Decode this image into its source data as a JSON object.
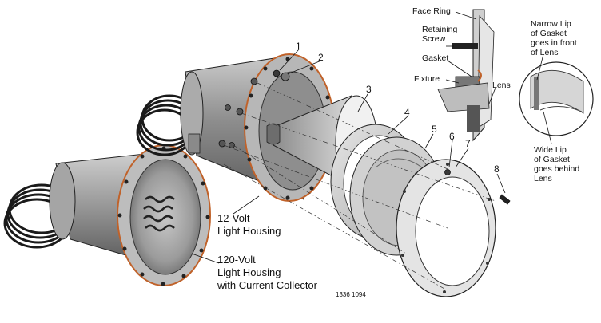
{
  "parts": {
    "p1": "1",
    "p2": "2",
    "p3": "3",
    "p4": "4",
    "p5": "5",
    "p6": "6",
    "p7": "7",
    "p8": "8"
  },
  "housing_12v": {
    "line1": "12-Volt",
    "line2": "Light Housing"
  },
  "housing_120v": {
    "line1": "120-Volt",
    "line2": "Light Housing",
    "line3": "with Current Collector"
  },
  "detail": {
    "face_ring": "Face Ring",
    "retaining_screw": {
      "line1": "Retaining",
      "line2": "Screw"
    },
    "gasket": "Gasket",
    "fixture": "Fixture",
    "lens": "Lens"
  },
  "inset": {
    "narrow_lip": {
      "line1": "Narrow Lip",
      "line2": "of Gasket",
      "line3": "goes in front",
      "line4": "of Lens"
    },
    "wide_lip": {
      "line1": "Wide Lip",
      "line2": "of Gasket",
      "line3": "goes behind",
      "line4": "Lens"
    }
  },
  "drawing_code": "1336 1094",
  "colors": {
    "gasket_accent": "#c0622a",
    "line": "#111111",
    "housing": "#9a9a9a"
  }
}
